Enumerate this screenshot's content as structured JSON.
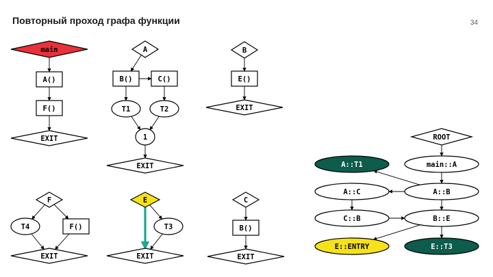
{
  "slide": {
    "title": "Повторный проход графа функции",
    "page_number": "34"
  },
  "colors": {
    "main_fill": "#e8313a",
    "e_fill": "#f5e21b",
    "teal_fill": "#0d5c4c",
    "teal_text": "#ffffff",
    "highlight_edge": "#1aa890"
  },
  "nodes": [
    {
      "id": "m_main",
      "label": "main",
      "shape": "diamond",
      "fill": "#e8313a"
    },
    {
      "id": "m_A",
      "label": "A()",
      "shape": "rect"
    },
    {
      "id": "m_F",
      "label": "F()",
      "shape": "rect"
    },
    {
      "id": "m_exit",
      "label": "EXIT",
      "shape": "diamond"
    },
    {
      "id": "a_A",
      "label": "A",
      "shape": "diamond"
    },
    {
      "id": "a_B",
      "label": "B()",
      "shape": "rect"
    },
    {
      "id": "a_C",
      "label": "C()",
      "shape": "rect"
    },
    {
      "id": "a_T1",
      "label": "T1",
      "shape": "ellipse"
    },
    {
      "id": "a_T2",
      "label": "T2",
      "shape": "ellipse"
    },
    {
      "id": "a_1",
      "label": "1",
      "shape": "circle"
    },
    {
      "id": "a_exit",
      "label": "EXIT",
      "shape": "diamond"
    },
    {
      "id": "b_B",
      "label": "B",
      "shape": "diamond"
    },
    {
      "id": "b_E",
      "label": "E()",
      "shape": "rect"
    },
    {
      "id": "b_exit",
      "label": "EXIT",
      "shape": "diamond"
    },
    {
      "id": "f_F",
      "label": "F",
      "shape": "diamond"
    },
    {
      "id": "f_T4",
      "label": "T4",
      "shape": "ellipse"
    },
    {
      "id": "f_F2",
      "label": "F()",
      "shape": "rect"
    },
    {
      "id": "f_exit",
      "label": "EXIT",
      "shape": "diamond"
    },
    {
      "id": "e_E",
      "label": "E",
      "shape": "diamond",
      "fill": "#f5e21b"
    },
    {
      "id": "e_T3",
      "label": "T3",
      "shape": "ellipse"
    },
    {
      "id": "e_exit",
      "label": "EXIT",
      "shape": "diamond"
    },
    {
      "id": "c_C",
      "label": "C",
      "shape": "diamond"
    },
    {
      "id": "c_B",
      "label": "B()",
      "shape": "rect"
    },
    {
      "id": "c_exit",
      "label": "EXIT",
      "shape": "diamond"
    },
    {
      "id": "t_root",
      "label": "ROOT",
      "shape": "diamond"
    },
    {
      "id": "t_mainA",
      "label": "main::A",
      "shape": "ellipse"
    },
    {
      "id": "t_AT1",
      "label": "A::T1",
      "shape": "ellipse",
      "fill": "#0d5c4c",
      "text_color": "#ffffff"
    },
    {
      "id": "t_AB",
      "label": "A::B",
      "shape": "ellipse"
    },
    {
      "id": "t_AC",
      "label": "A::C",
      "shape": "ellipse"
    },
    {
      "id": "t_CB",
      "label": "C::B",
      "shape": "ellipse"
    },
    {
      "id": "t_BE",
      "label": "B::E",
      "shape": "ellipse"
    },
    {
      "id": "t_EENTRY",
      "label": "E::ENTRY",
      "shape": "ellipse",
      "fill": "#f5e21b"
    },
    {
      "id": "t_ET3",
      "label": "E::T3",
      "shape": "ellipse",
      "fill": "#0d5c4c",
      "text_color": "#ffffff"
    }
  ],
  "edges": [
    {
      "from": "m_main",
      "to": "m_A"
    },
    {
      "from": "m_A",
      "to": "m_F"
    },
    {
      "from": "m_F",
      "to": "m_exit"
    },
    {
      "from": "a_A",
      "to": "a_B"
    },
    {
      "from": "a_B",
      "to": "a_C"
    },
    {
      "from": "a_B",
      "to": "a_T1"
    },
    {
      "from": "a_C",
      "to": "a_T2"
    },
    {
      "from": "a_T1",
      "to": "a_1"
    },
    {
      "from": "a_T2",
      "to": "a_1"
    },
    {
      "from": "a_1",
      "to": "a_exit"
    },
    {
      "from": "b_B",
      "to": "b_E"
    },
    {
      "from": "b_E",
      "to": "b_exit"
    },
    {
      "from": "f_F",
      "to": "f_T4"
    },
    {
      "from": "f_F",
      "to": "f_F2"
    },
    {
      "from": "f_T4",
      "to": "f_exit"
    },
    {
      "from": "f_F2",
      "to": "f_exit"
    },
    {
      "from": "e_E",
      "to": "e_T3"
    },
    {
      "from": "e_E",
      "to": "e_exit",
      "highlight": true
    },
    {
      "from": "e_T3",
      "to": "e_exit"
    },
    {
      "from": "c_C",
      "to": "c_B"
    },
    {
      "from": "c_B",
      "to": "c_exit"
    },
    {
      "from": "t_root",
      "to": "t_mainA"
    },
    {
      "from": "t_mainA",
      "to": "t_AB"
    },
    {
      "from": "t_AB",
      "to": "t_AT1"
    },
    {
      "from": "t_AB",
      "to": "t_AC"
    },
    {
      "from": "t_AC",
      "to": "t_CB"
    },
    {
      "from": "t_CB",
      "to": "t_BE"
    },
    {
      "from": "t_AB",
      "to": "t_BE"
    },
    {
      "from": "t_BE",
      "to": "t_EENTRY"
    },
    {
      "from": "t_BE",
      "to": "t_ET3"
    }
  ]
}
